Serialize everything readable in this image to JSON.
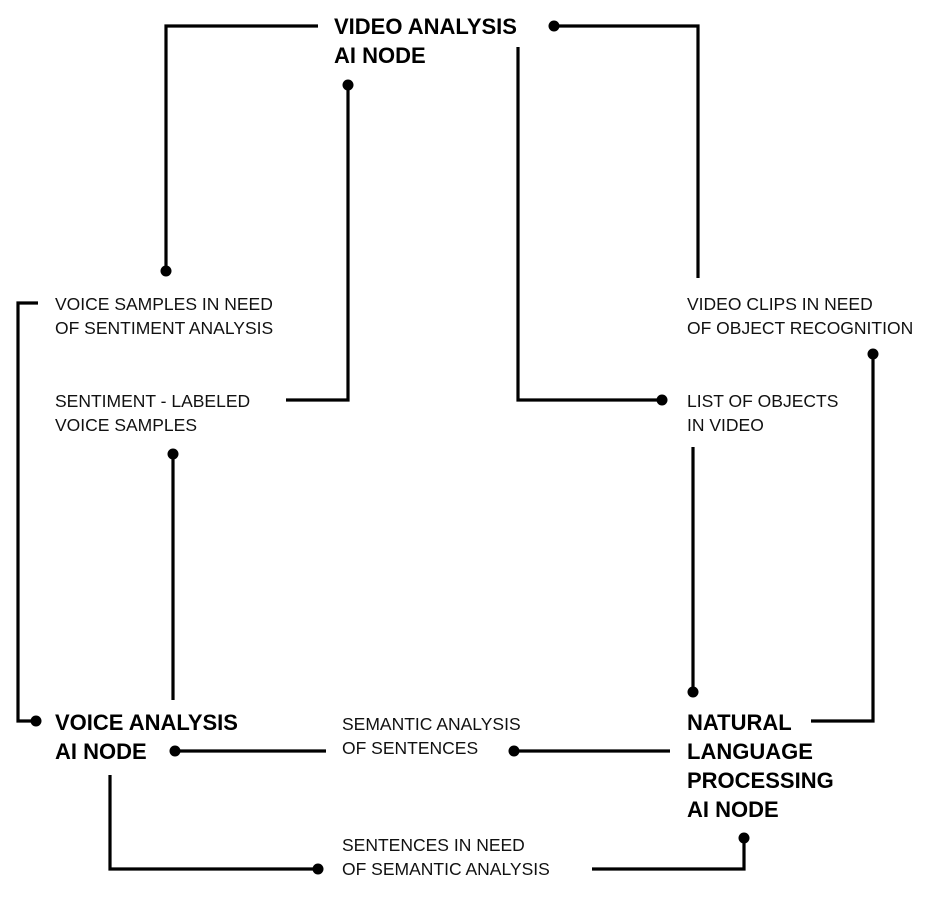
{
  "nodes": {
    "video": [
      "VIDEO ANALYSIS",
      "AI NODE"
    ],
    "voice": [
      "VOICE ANALYSIS",
      "AI NODE"
    ],
    "nlp": [
      "NATURAL",
      "LANGUAGE",
      "PROCESSING",
      "AI NODE"
    ]
  },
  "labels": {
    "voice_samples_need_sentiment": [
      "VOICE SAMPLES IN NEED",
      "OF SENTIMENT ANALYSIS"
    ],
    "sentiment_labeled_samples": [
      "SENTIMENT - LABELED",
      "VOICE SAMPLES"
    ],
    "video_clips_need_recognition": [
      "VIDEO CLIPS IN NEED",
      "OF OBJECT RECOGNITION"
    ],
    "list_of_objects": [
      "LIST OF OBJECTS",
      "IN VIDEO"
    ],
    "semantic_analysis_of_sentences": [
      "SEMANTIC ANALYSIS",
      "OF SENTENCES"
    ],
    "sentences_need_semantic": [
      "SENTENCES IN NEED",
      "OF SEMANTIC ANALYSIS"
    ]
  }
}
